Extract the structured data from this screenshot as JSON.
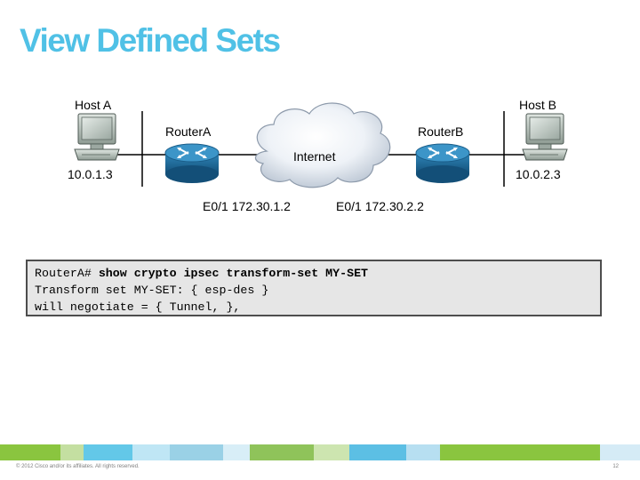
{
  "slide": {
    "title": "View Defined Sets",
    "copyright": "© 2012 Cisco and/or its affiliates. All rights reserved.",
    "page_number": "12"
  },
  "diagram": {
    "host_a": {
      "name": "Host A",
      "ip": "10.0.1.3"
    },
    "host_b": {
      "name": "Host B",
      "ip": "10.0.2.3"
    },
    "router_a": {
      "name": "RouterA",
      "interface": "E0/1 172.30.1.2"
    },
    "router_b": {
      "name": "RouterB",
      "interface": "E0/1 172.30.2.2"
    },
    "cloud": {
      "label": "Internet"
    },
    "icons": [
      "host-pc-icon",
      "router-icon",
      "internet-cloud-icon"
    ]
  },
  "cli": {
    "prompt": "RouterA#",
    "command": " show crypto ipsec transform-set MY-SET",
    "output": [
      "Transform set MY-SET: { esp-des }",
      "will negotiate = { Tunnel, },"
    ]
  },
  "colors": {
    "title": "#50c1e6",
    "router_body": "#1d6fa3",
    "footer_bar": [
      "#8ac53f",
      "#c4dfa1",
      "#63c8e8",
      "#bfe6f5",
      "#9ad1e6",
      "#d8eef7",
      "#8fc35a",
      "#cde5b0",
      "#5cbfe4",
      "#b7dff1",
      "#8ac53f",
      "#d5ebf6"
    ]
  }
}
